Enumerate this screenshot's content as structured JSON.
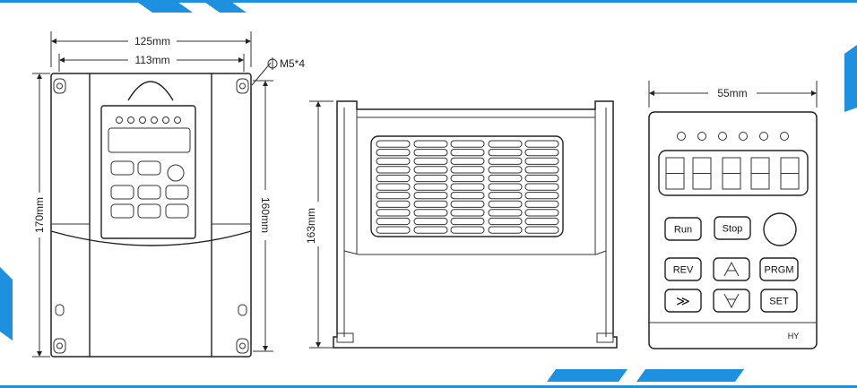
{
  "colors": {
    "accent": "#1e90e0",
    "line": "#222222",
    "background": "#ffffff"
  },
  "front_view": {
    "width_outer": "125mm",
    "width_inner": "113mm",
    "height_outer": "170mm",
    "height_inner": "160mm",
    "hole_label": "M5*4"
  },
  "side_view": {
    "height": "163mm"
  },
  "keypad": {
    "width": "55mm",
    "buttons": {
      "run": "Run",
      "stop": "Stop",
      "rev": "REV",
      "prgm": "PRGM",
      "shift": "≫",
      "set": "SET"
    },
    "brand": "HY",
    "up_icon": "up-arrow-icon",
    "down_icon": "down-arrow-icon",
    "knob_icon": "potentiometer-knob-icon"
  }
}
